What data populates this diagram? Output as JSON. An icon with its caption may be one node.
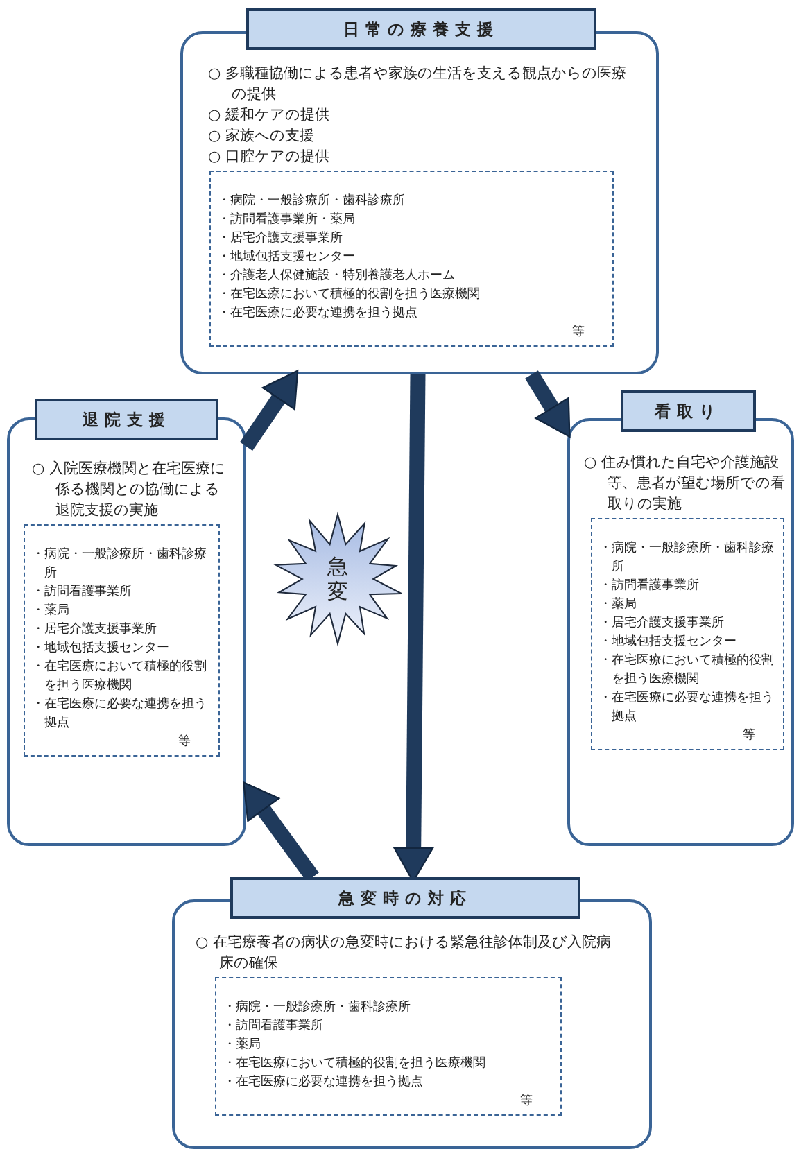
{
  "diagram": {
    "nodes": [
      {
        "text": [
          "日常の療養支援",
          "○ 多職種協働による患者や家族の生活を支える観点からの医療の提供",
          "○ 緩和ケアの提供",
          "○ 家族への支援",
          "○ 口腔ケアの提供"
        ]
      },
      {
        "text": [
          "・病院・一般診療所・歯科診療所",
          "・訪問看護事業所・薬局",
          "・居宅介護支援事業所",
          "・地域包括支援センター",
          "・介護老人保健施設・特別養護老人ホーム",
          "・在宅医療において積極的役割を担う医療機関",
          "・在宅医療に必要な連携を担う拠点",
          "等"
        ],
        "in": 0
      },
      {
        "text": [
          "退院支援",
          "○ 入院医療機関と在宅医療に係る機関との協働による退院支援の実施"
        ]
      },
      {
        "text": [
          "・病院・一般診療所・歯科診療所",
          "・訪問看護事業所",
          "・薬局",
          "・居宅介護支援事業所",
          "・地域包括支援センター",
          "・在宅医療において積極的役割を担う医療機関",
          "・在宅医療に必要な連携を担う拠点",
          "等"
        ],
        "in": 2
      },
      {
        "text": [
          "急変"
        ]
      },
      {
        "text": [
          "看取り",
          "○ 住み慣れた自宅や介護施設等、患者が望む場所での看取りの実施"
        ]
      },
      {
        "text": [
          "・病院・一般診療所・歯科診療所",
          "・訪問看護事業所",
          "・薬局",
          "・居宅介護支援事業所",
          "・地域包括支援センター",
          "・在宅医療において積極的役割を担う医療機関",
          "・在宅医療に必要な連携を担う拠点",
          "等"
        ],
        "in": 5
      },
      {
        "text": [
          "急変時の対応",
          "○ 在宅療養者の病状の急変時における緊急往診体制及び入院病床の確保"
        ]
      },
      {
        "text": [
          "・病院・一般診療所・歯科診療所",
          "・訪問看護事業所",
          "・薬局",
          "・在宅医療において積極的役割を担う医療機関",
          "・在宅医療に必要な連携を担う拠点",
          "等"
        ],
        "in": 7
      }
    ],
    "edges": [
      {
        "from": 2,
        "to": 0,
        "arrow": "to"
      },
      {
        "from": 0,
        "to": 5,
        "arrow": "to"
      },
      {
        "from": 0,
        "to": 7,
        "arrow": "to"
      },
      {
        "from": 7,
        "to": 2,
        "arrow": "to"
      }
    ]
  }
}
